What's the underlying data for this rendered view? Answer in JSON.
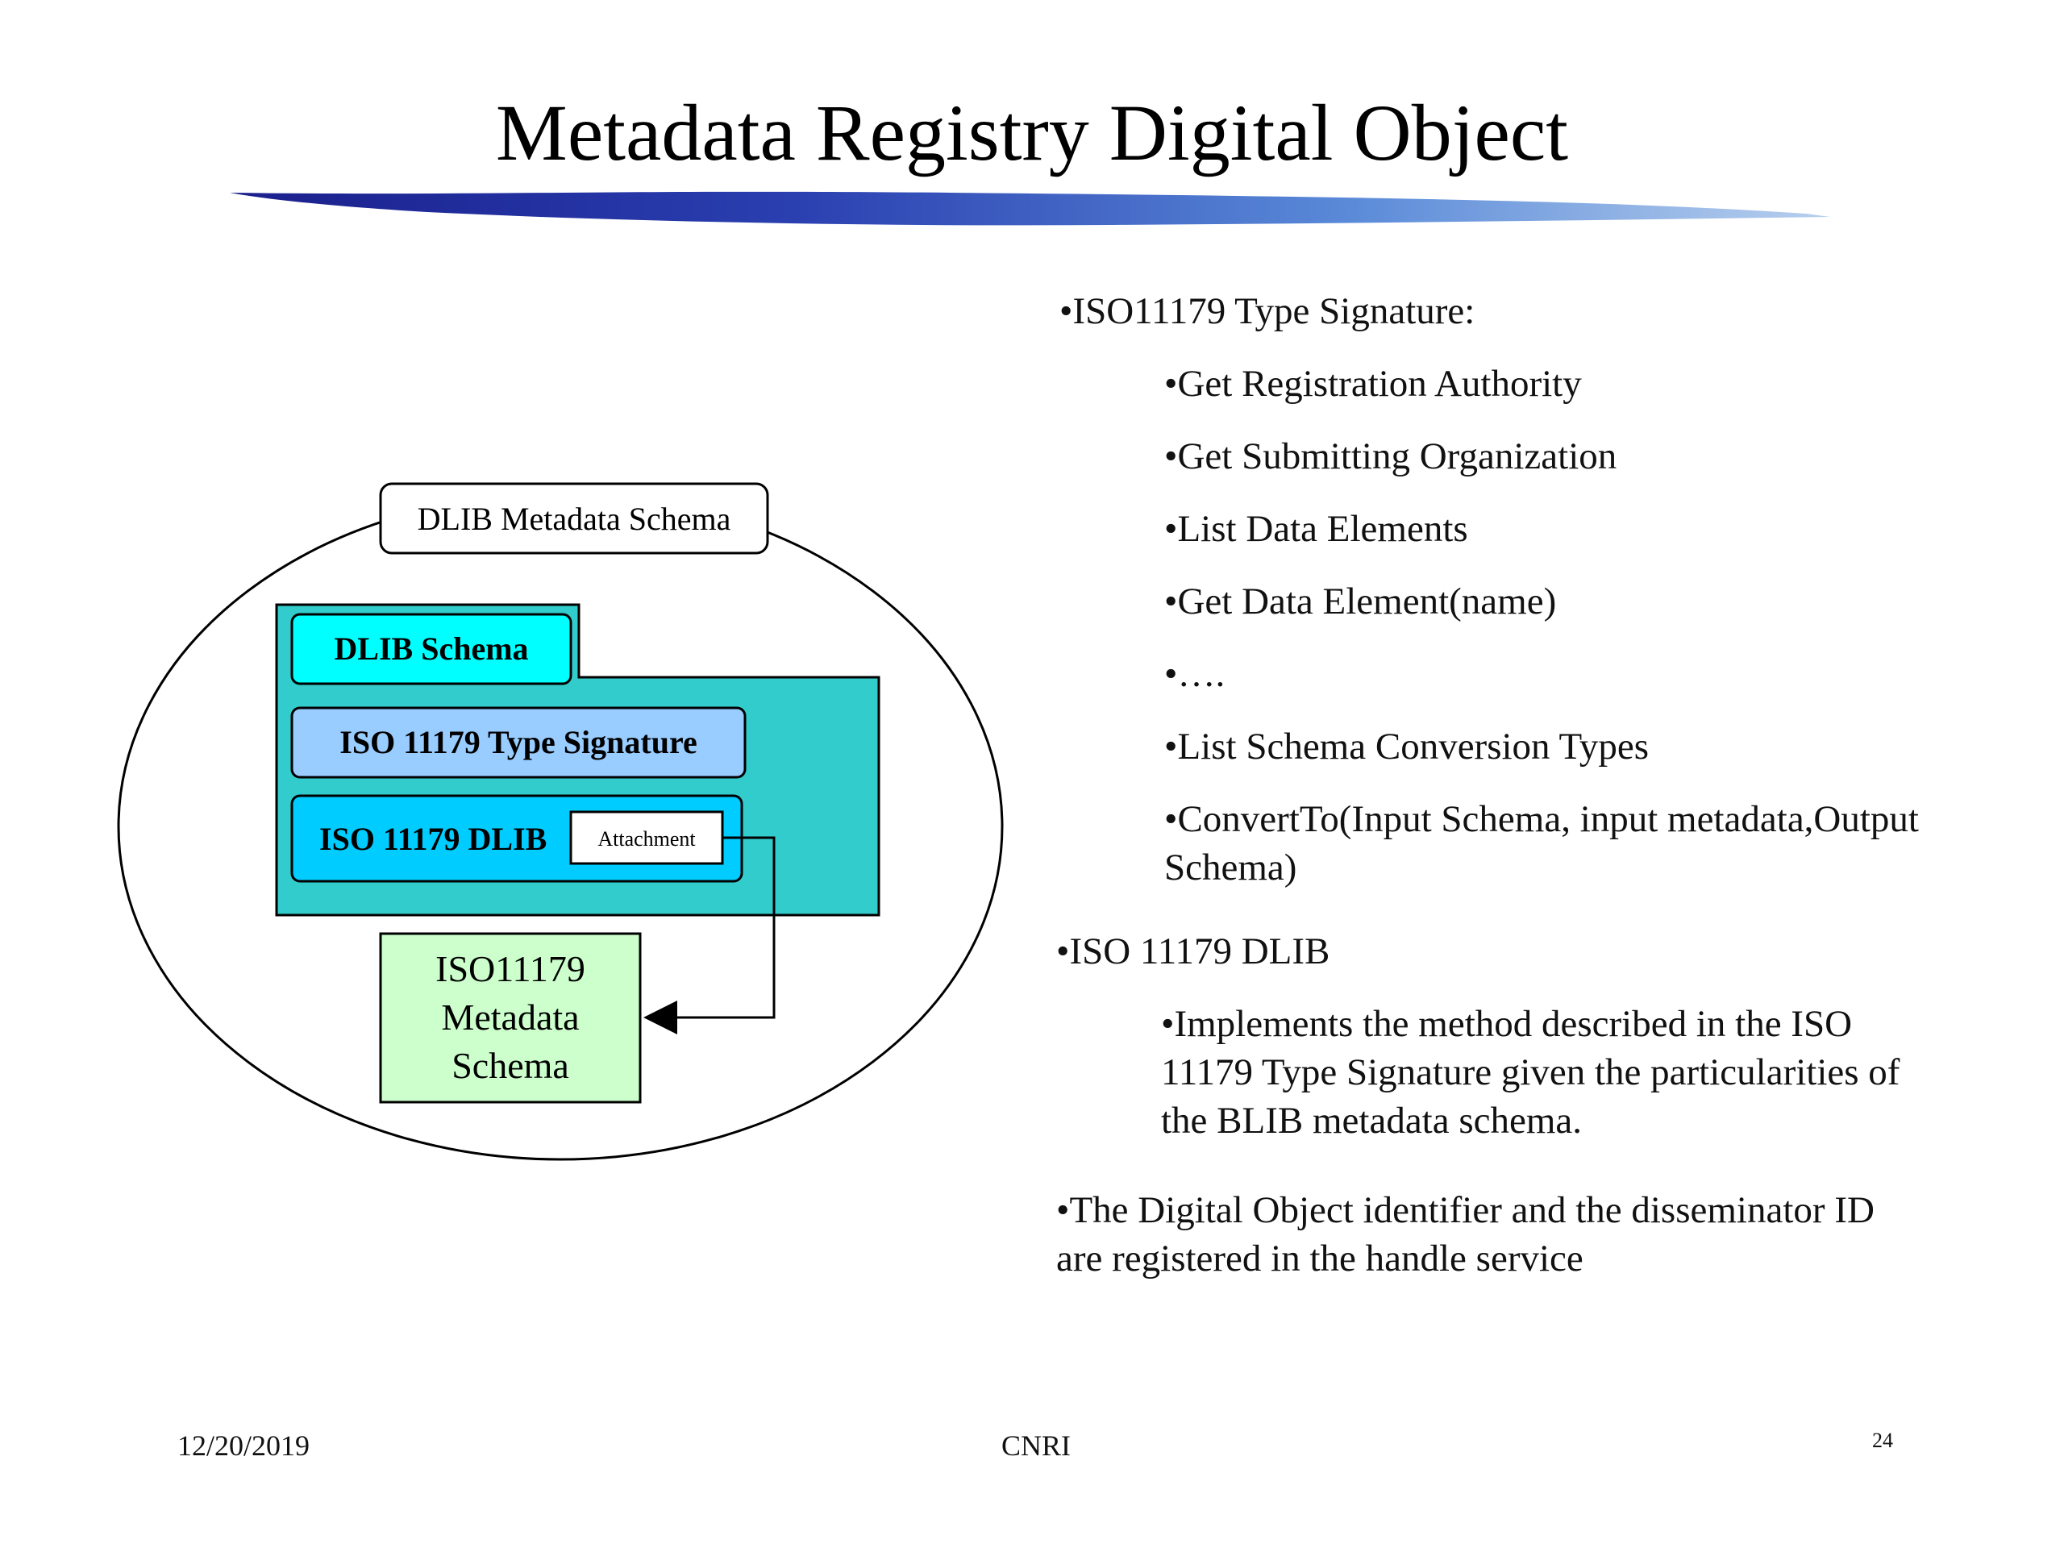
{
  "slide": {
    "title": "Metadata Registry Digital Object"
  },
  "diagram": {
    "outer_label": "DLIB Metadata Schema",
    "tab_label": "DLIB Schema",
    "type_signature_label": "ISO 11179 Type Signature",
    "dlib_label": "ISO 11179 DLIB",
    "attachment_label": "Attachment",
    "target_lines": [
      "ISO11179",
      "Metadata",
      "Schema"
    ],
    "colors": {
      "container": "#33CCCC",
      "tab": "#00FFFF",
      "type_signature": "#99CCFF",
      "dlib": "#00CCFF",
      "target": "#CCFFCC",
      "title_brush": "#2233AA"
    }
  },
  "content": {
    "b1": "•ISO11179 Type Signature:",
    "b1_items": [
      "•Get Registration Authority",
      "•Get Submitting Organization",
      "•List Data Elements",
      "•Get Data Element(name)",
      "•….",
      "•List Schema Conversion Types",
      "•ConvertTo(Input Schema, input metadata,Output\nSchema)"
    ],
    "b2": "•ISO 11179 DLIB",
    "b2_item": "•Implements the method described in the ISO\n11179 Type Signature given the particularities of\nthe BLIB metadata schema.",
    "b3": "•The Digital Object identifier and the disseminator ID\nare registered in the handle service"
  },
  "footer": {
    "date": "12/20/2019",
    "org": "CNRI",
    "page": "24"
  }
}
